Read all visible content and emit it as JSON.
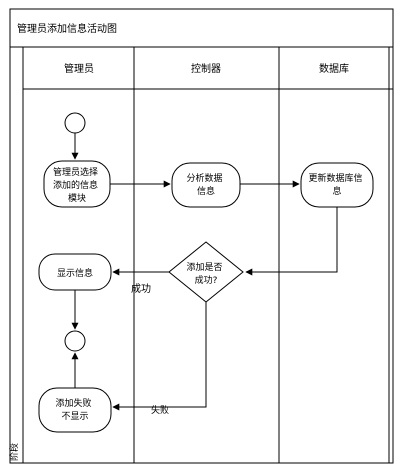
{
  "title": "管理员添加信息活动图",
  "phase_label": "阶段",
  "lanes": [
    {
      "id": "admin",
      "label": "管理员"
    },
    {
      "id": "controller",
      "label": "控制器"
    },
    {
      "id": "database",
      "label": "数据库"
    }
  ],
  "nodes": {
    "select_module": {
      "lines": [
        "管理员选择",
        "添加的信息",
        "模块"
      ]
    },
    "analyze_data": {
      "lines": [
        "分析数据",
        "信息"
      ]
    },
    "update_db": {
      "lines": [
        "更新数据库信",
        "息"
      ]
    },
    "decision": {
      "lines": [
        "添加是否",
        "成功?"
      ]
    },
    "show_info": {
      "lines": [
        "显示信息"
      ]
    },
    "fail_hidden": {
      "lines": [
        "添加失败",
        "不显示"
      ]
    }
  },
  "edges": {
    "success": "成功",
    "fail": "失败"
  }
}
